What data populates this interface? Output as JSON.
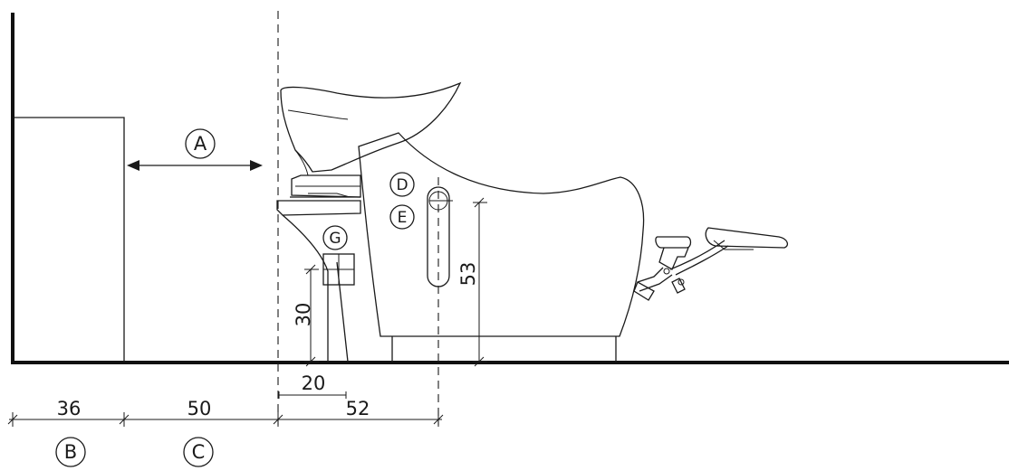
{
  "dimensions": {
    "d36": "36",
    "d50": "50",
    "d52": "52",
    "d20": "20",
    "d30": "30",
    "d53": "53"
  },
  "labels": {
    "A": "A",
    "B": "B",
    "C": "C",
    "D": "D",
    "E": "E",
    "G": "G"
  }
}
